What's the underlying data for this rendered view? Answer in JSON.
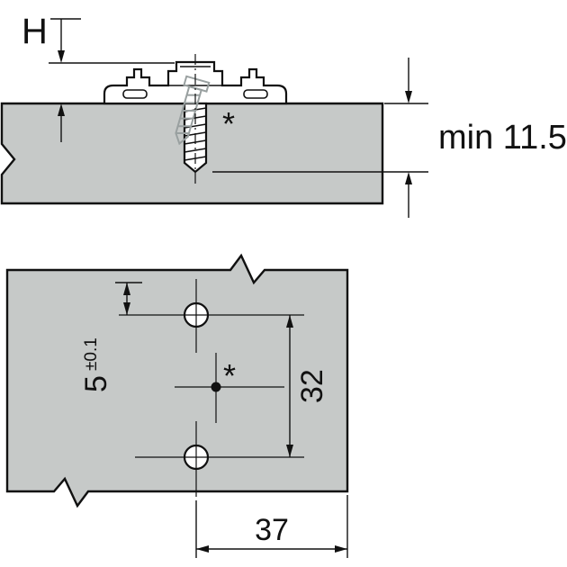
{
  "drawing": {
    "section": {
      "h_label": "H",
      "min_depth": "min 11.5",
      "asterisk": "*"
    },
    "plan": {
      "offset_value": "5",
      "offset_tol": "±0.1",
      "spacing": "32",
      "edge_distance": "37",
      "asterisk": "*"
    },
    "colors": {
      "panel_fill": "#c6c9c8",
      "outline": "#111111",
      "alt_screw_gray": "#99a0a0",
      "background": "#ffffff"
    }
  }
}
